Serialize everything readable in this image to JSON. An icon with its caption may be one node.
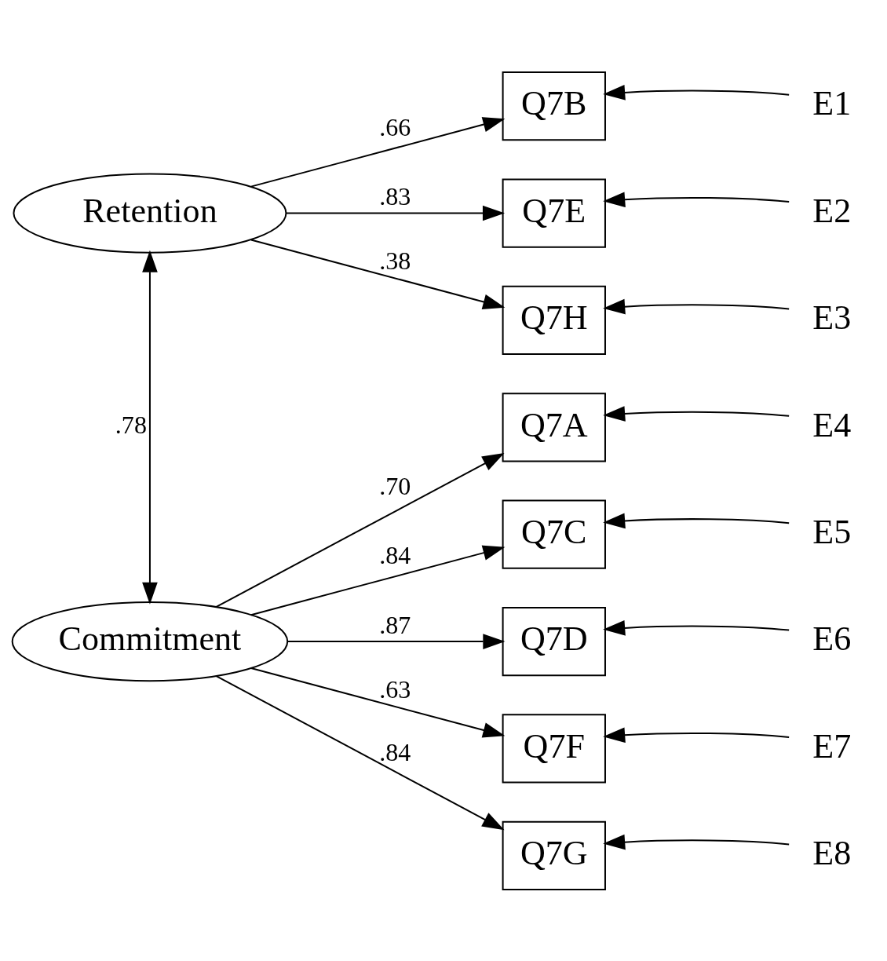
{
  "diagram": {
    "nodes": [
      {
        "text": [
          "Retention"
        ]
      },
      {
        "text": [
          "Commitment"
        ]
      },
      {
        "text": [
          "Q7B"
        ]
      },
      {
        "text": [
          "Q7E"
        ]
      },
      {
        "text": [
          "Q7H"
        ]
      },
      {
        "text": [
          "Q7A"
        ]
      },
      {
        "text": [
          "Q7C"
        ]
      },
      {
        "text": [
          "Q7D"
        ]
      },
      {
        "text": [
          "Q7F"
        ]
      },
      {
        "text": [
          "Q7G"
        ]
      },
      {
        "text": [
          "E1"
        ]
      },
      {
        "text": [
          "E2"
        ]
      },
      {
        "text": [
          "E3"
        ]
      },
      {
        "text": [
          "E4"
        ]
      },
      {
        "text": [
          "E5"
        ]
      },
      {
        "text": [
          "E6"
        ]
      },
      {
        "text": [
          "E7"
        ]
      },
      {
        "text": [
          "E8"
        ]
      }
    ],
    "edges": [
      {
        "from": 0,
        "to": 1,
        "arrow": "both",
        "label": ".78"
      },
      {
        "from": 0,
        "to": 2,
        "arrow": "to",
        "label": ".66"
      },
      {
        "from": 0,
        "to": 3,
        "arrow": "to",
        "label": ".83"
      },
      {
        "from": 0,
        "to": 4,
        "arrow": "to",
        "label": ".38"
      },
      {
        "from": 1,
        "to": 5,
        "arrow": "to",
        "label": ".70"
      },
      {
        "from": 1,
        "to": 6,
        "arrow": "to",
        "label": ".84"
      },
      {
        "from": 1,
        "to": 7,
        "arrow": "to",
        "label": ".87"
      },
      {
        "from": 1,
        "to": 8,
        "arrow": "to",
        "label": ".63"
      },
      {
        "from": 1,
        "to": 9,
        "arrow": "to",
        "label": ".84"
      },
      {
        "from": 10,
        "to": 2,
        "arrow": "to"
      },
      {
        "from": 11,
        "to": 3,
        "arrow": "to"
      },
      {
        "from": 12,
        "to": 4,
        "arrow": "to"
      },
      {
        "from": 13,
        "to": 5,
        "arrow": "to"
      },
      {
        "from": 14,
        "to": 6,
        "arrow": "to"
      },
      {
        "from": 15,
        "to": 7,
        "arrow": "to"
      },
      {
        "from": 16,
        "to": 8,
        "arrow": "to"
      },
      {
        "from": 17,
        "to": 9,
        "arrow": "to"
      }
    ]
  }
}
